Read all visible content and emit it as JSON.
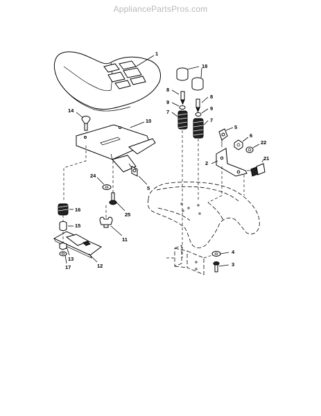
{
  "watermark": "AppliancePartsPros.com",
  "labels": [
    {
      "id": "1",
      "text": "1"
    },
    {
      "id": "18",
      "text": "18"
    },
    {
      "id": "8a",
      "text": "8"
    },
    {
      "id": "8b",
      "text": "8"
    },
    {
      "id": "9a",
      "text": "9"
    },
    {
      "id": "9b",
      "text": "9"
    },
    {
      "id": "7a",
      "text": "7"
    },
    {
      "id": "7b",
      "text": "7"
    },
    {
      "id": "14",
      "text": "14"
    },
    {
      "id": "10",
      "text": "10"
    },
    {
      "id": "5a",
      "text": "5"
    },
    {
      "id": "5b",
      "text": "5"
    },
    {
      "id": "6",
      "text": "6"
    },
    {
      "id": "22",
      "text": "22"
    },
    {
      "id": "2",
      "text": "2"
    },
    {
      "id": "21",
      "text": "21"
    },
    {
      "id": "24",
      "text": "24"
    },
    {
      "id": "16",
      "text": "16"
    },
    {
      "id": "25",
      "text": "25"
    },
    {
      "id": "15",
      "text": "15"
    },
    {
      "id": "11",
      "text": "11"
    },
    {
      "id": "4",
      "text": "4"
    },
    {
      "id": "3",
      "text": "3"
    },
    {
      "id": "13",
      "text": "13"
    },
    {
      "id": "17",
      "text": "17"
    },
    {
      "id": "12",
      "text": "12"
    }
  ]
}
